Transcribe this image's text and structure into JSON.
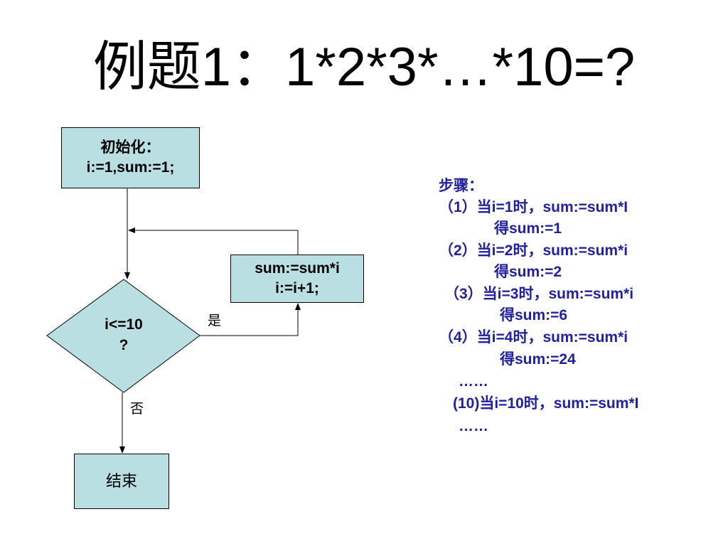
{
  "title": "例题1：1*2*3*…*10=?",
  "flowchart": {
    "init": {
      "line1": "初始化：",
      "line2": "i:=1,sum:=1;"
    },
    "loop_body": {
      "line1": "sum:=sum*i",
      "line2": "i:=i+1;"
    },
    "condition": {
      "line1": "i<=10",
      "line2": "?"
    },
    "end": {
      "label": "结束"
    },
    "yes_label": "是",
    "no_label": "否"
  },
  "steps": {
    "heading": "步骤：",
    "lines": [
      "（1）当i=1时，sum:=sum*I",
      "得sum:=1",
      "（2）当i=2时，sum:=sum*i",
      "得sum:=2",
      "（3）当i=3时，sum:=sum*i",
      "得sum:=6",
      "（4）当i=4时，sum:=sum*i",
      "得sum:=24",
      "……",
      "(10)当i=10时，sum:=sum*I",
      "……"
    ]
  },
  "colors": {
    "box_fill": "#b9dfe3",
    "steps_text": "#2020a0",
    "line": "#000000"
  }
}
